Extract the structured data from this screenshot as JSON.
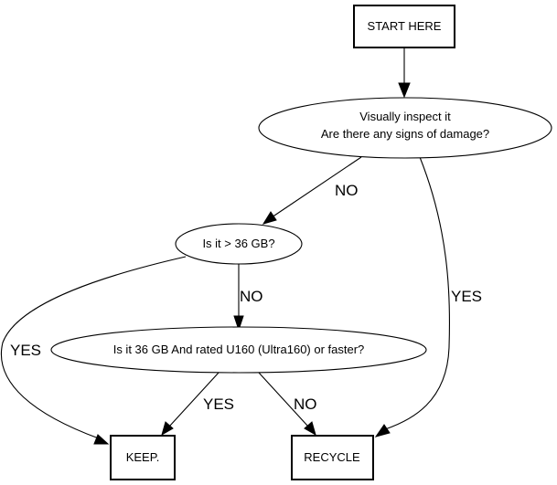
{
  "nodes": {
    "start": {
      "label": "START HERE"
    },
    "inspect": {
      "line1": "Visually inspect it",
      "line2": "Are there any signs of damage?"
    },
    "size_question": {
      "label": "Is it > 36 GB?"
    },
    "rating_question": {
      "label": "Is it 36 GB And rated U160 (Ultra160) or faster?"
    },
    "keep": {
      "label": "KEEP."
    },
    "recycle": {
      "label": "RECYCLE"
    }
  },
  "edges": {
    "inspect_no": "NO",
    "inspect_yes": "YES",
    "size_yes": "YES",
    "size_no": "NO",
    "rating_yes": "YES",
    "rating_no": "NO"
  }
}
